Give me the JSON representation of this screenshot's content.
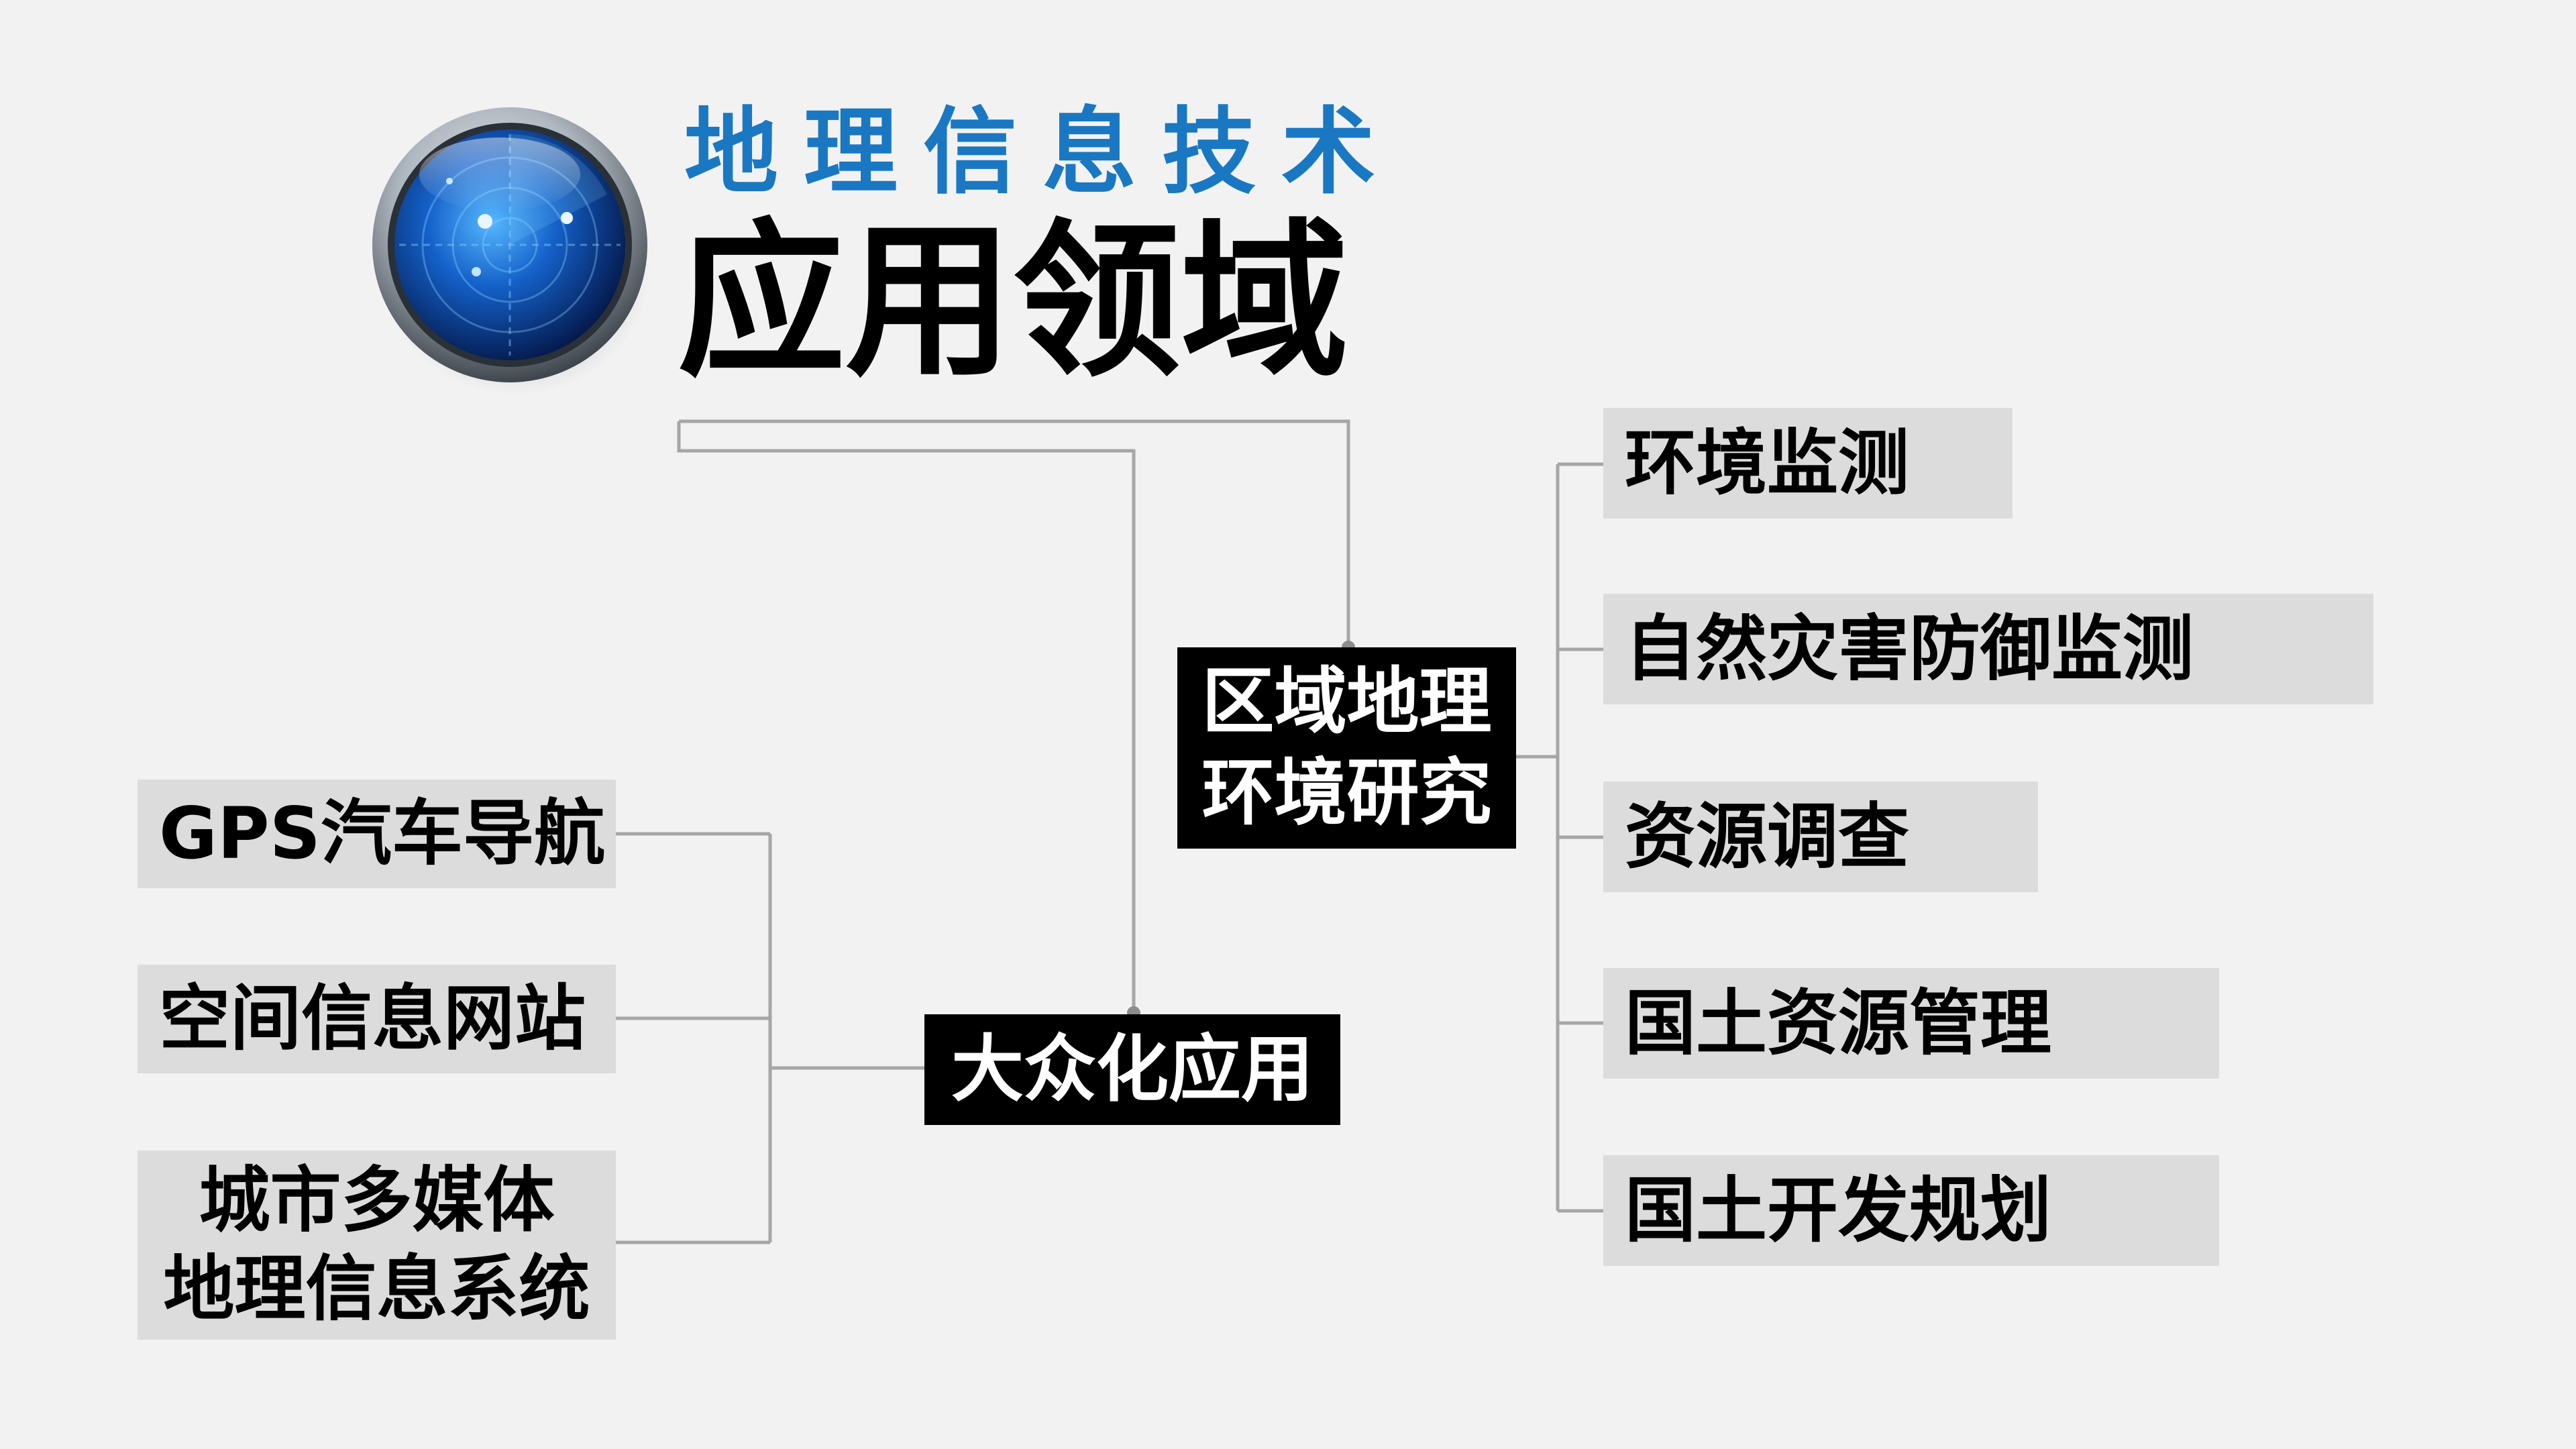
{
  "header": {
    "subtitle": "地理信息技术",
    "title": "应用领域",
    "logo_icon": "radar-icon",
    "subtitle_color": "#1a78c2"
  },
  "branches": {
    "regional": {
      "lines": [
        "区域地理",
        "环境研究"
      ],
      "items": [
        "环境监测",
        "自然灾害防御监测",
        "资源调查",
        "国土资源管理",
        "国土开发规划"
      ]
    },
    "public": {
      "label": "大众化应用",
      "items": [
        {
          "lines": [
            "GPS汽车导航"
          ]
        },
        {
          "lines": [
            "空间信息网站"
          ]
        },
        {
          "lines": [
            "城市多媒体",
            "地理信息系统"
          ]
        }
      ]
    }
  },
  "colors": {
    "background": "#f2f2f2",
    "dark_box": "#000000",
    "light_box": "#dcdcdc",
    "connector": "#a6a6a6"
  }
}
